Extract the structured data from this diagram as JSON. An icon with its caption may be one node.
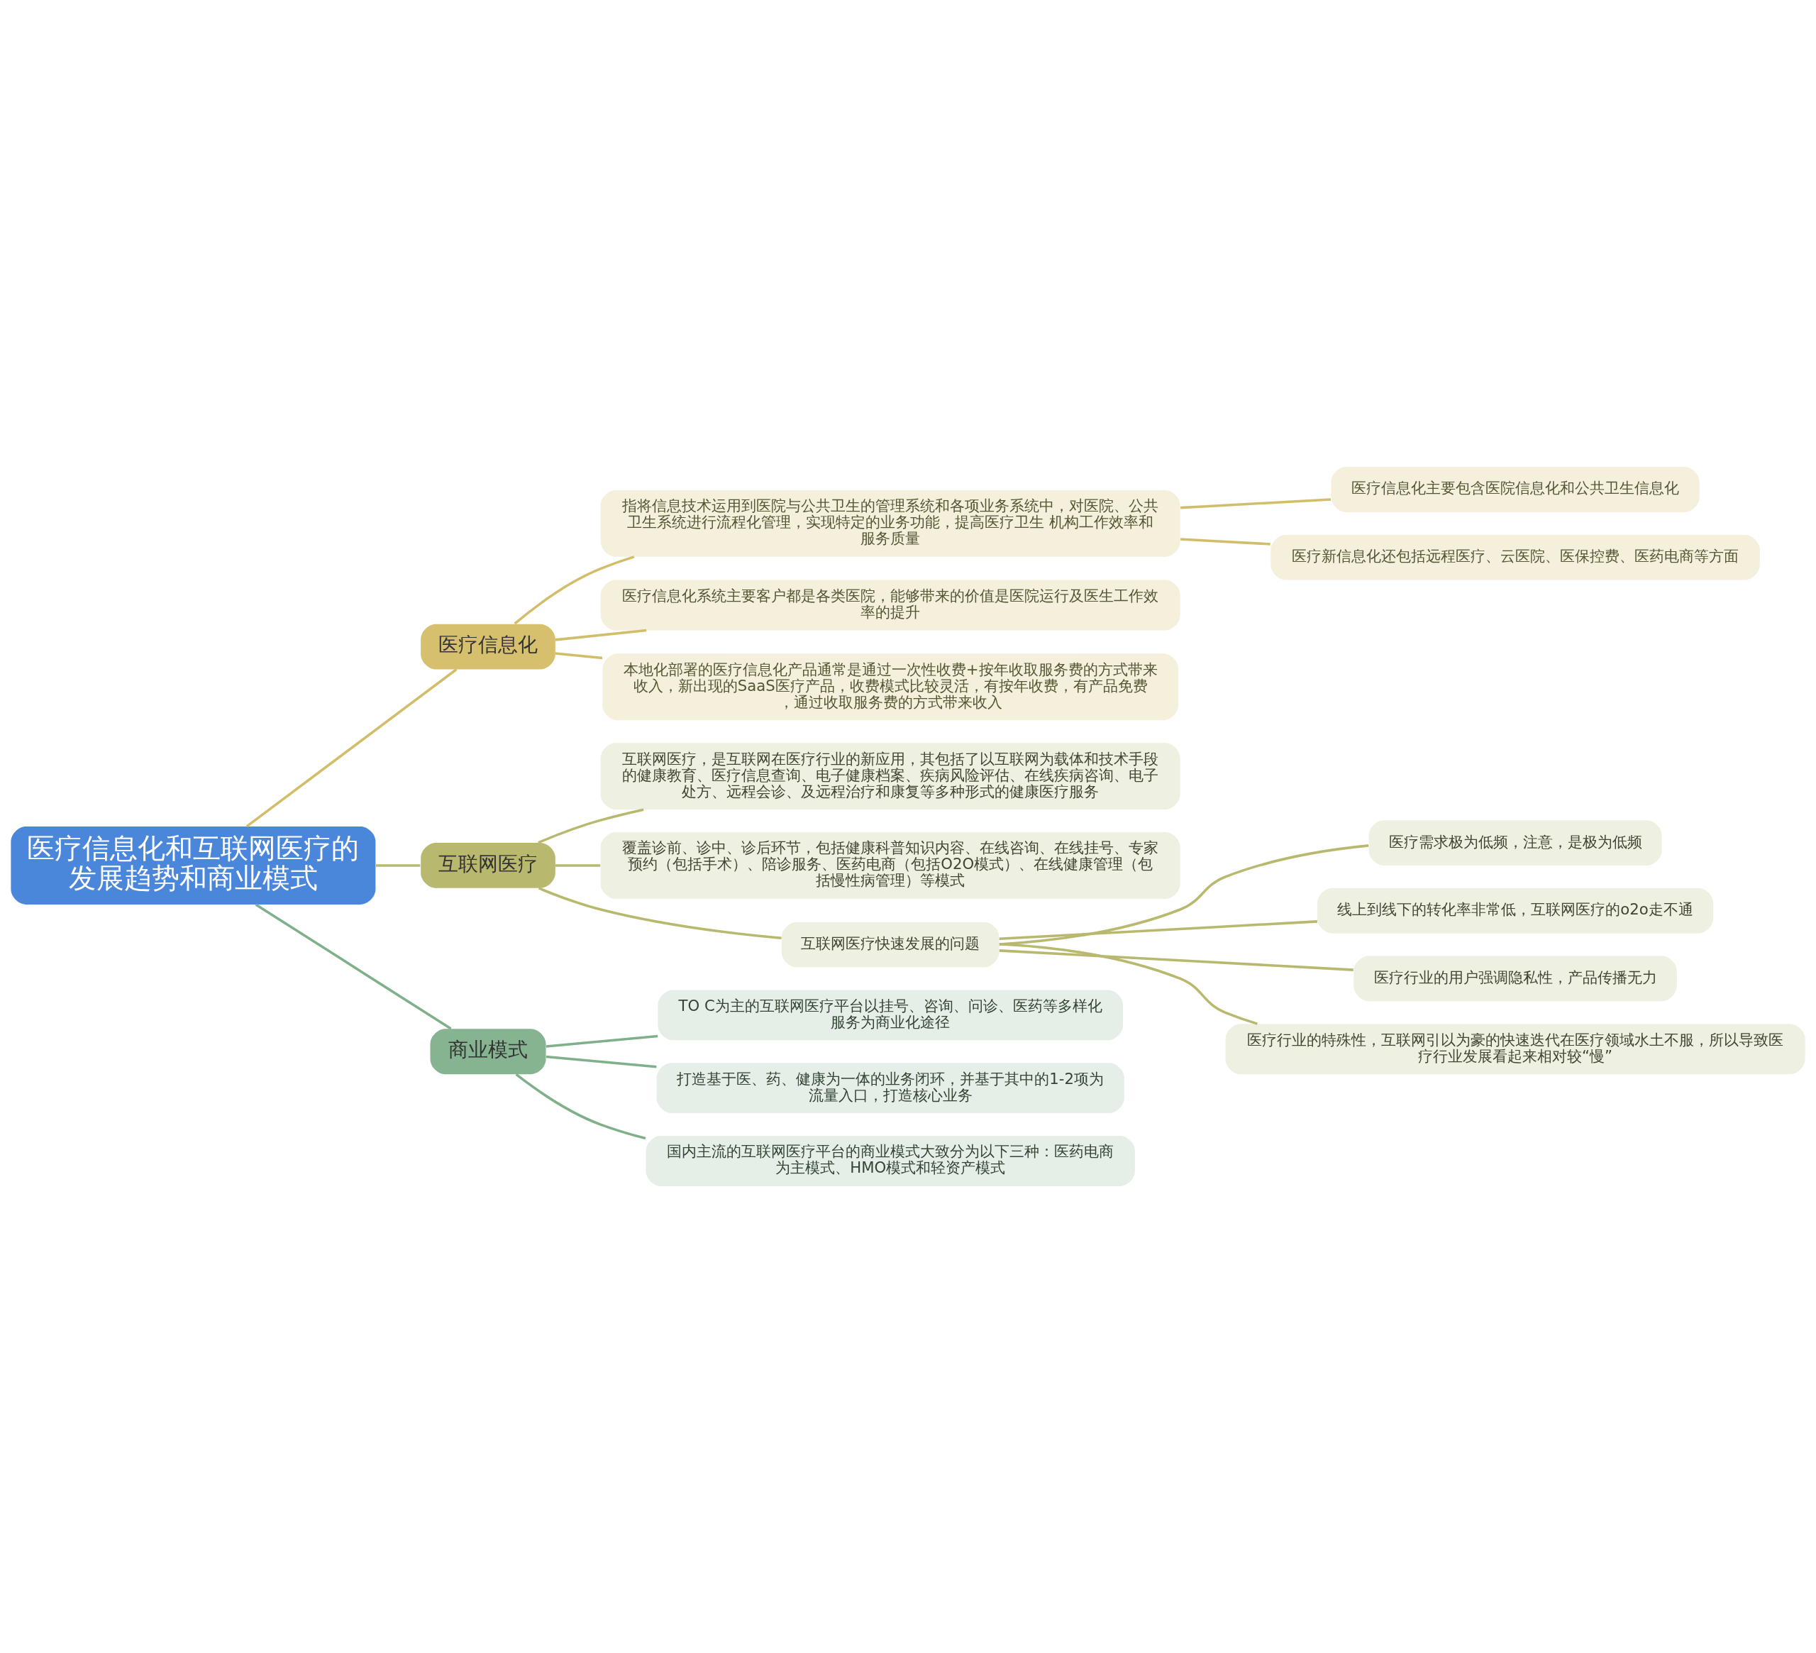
{
  "diagram": {
    "nodes": [
      {
        "text": [
          "医疗信息化和互联网医疗的发展趋势和商业模式"
        ]
      },
      {
        "text": [
          "医疗信息化"
        ]
      },
      {
        "text": [
          "指将信息技术运用到医院与公共卫生的管理系统和各项业务系统中，对医院、公共卫生系统进行流程化管理，实现特定的业务功能，提高医疗卫生 机构工作效率和服务质量"
        ]
      },
      {
        "text": [
          "医疗信息化主要包含医院信息化和公共卫生信息化"
        ]
      },
      {
        "text": [
          "医疗新信息化还包括远程医疗、云医院、医保控费、医药电商等方面"
        ]
      },
      {
        "text": [
          "医疗信息化系统主要客户都是各类医院，能够带来的价值是医院运行及医生工作效率的提升"
        ]
      },
      {
        "text": [
          "本地化部署的医疗信息化产品通常是通过一次性收费+按年收取服务费的方式带来收入，新出现的SaaS医疗产品，收费模式比较灵活，有按年收费，有产品免费，通过收取服务费的方式带来收入"
        ]
      },
      {
        "text": [
          "互联网医疗"
        ]
      },
      {
        "text": [
          "互联网医疗，是互联网在医疗行业的新应用，其包括了以互联网为载体和技术手段的健康教育、医疗信息查询、电子健康档案、疾病风险评估、在线疾病咨询、电子处方、远程会诊、及远程治疗和康复等多种形式的健康医疗服务"
        ]
      },
      {
        "text": [
          "覆盖诊前、诊中、诊后环节，包括健康科普知识内容、在线咨询、在线挂号、专家预约（包括手术）、陪诊服务、医药电商（包括O2O模式）、在线健康管理（包括慢性病管理）等模式"
        ]
      },
      {
        "text": [
          "互联网医疗快速发展的问题"
        ]
      },
      {
        "text": [
          "医疗需求极为低频，注意，是极为低频"
        ]
      },
      {
        "text": [
          "线上到线下的转化率非常低，互联网医疗的o2o走不通"
        ]
      },
      {
        "text": [
          "医疗行业的用户强调隐私性，产品传播无力"
        ]
      },
      {
        "text": [
          "医疗行业的特殊性，互联网引以为豪的快速迭代在医疗领域水土不服，所以导致医疗行业发展看起来相对较“慢”"
        ]
      },
      {
        "text": [
          "商业模式"
        ]
      },
      {
        "text": [
          "TO C为主的互联网医疗平台以挂号、咨询、问诊、医药等多样化服务为商业化途径"
        ]
      },
      {
        "text": [
          "打造基于医、药、健康为一体的业务闭环，并基于其中的1-2项为流量入口，打造核心业务"
        ]
      },
      {
        "text": [
          "国内主流的互联网医疗平台的商业模式大致分为以下三种：医药电商为主模式、HMO模式和轻资产模式"
        ]
      }
    ],
    "edges": [
      {
        "from": 0,
        "to": 1,
        "arrow": "none",
        "color": "#d2bd6a"
      },
      {
        "from": 1,
        "to": 2,
        "arrow": "none",
        "color": "#d2bd6a"
      },
      {
        "from": 2,
        "to": 3,
        "arrow": "none",
        "color": "#d2bd6a"
      },
      {
        "from": 2,
        "to": 4,
        "arrow": "none",
        "color": "#d2bd6a"
      },
      {
        "from": 1,
        "to": 5,
        "arrow": "none",
        "color": "#d2bd6a"
      },
      {
        "from": 1,
        "to": 6,
        "arrow": "none",
        "color": "#d2bd6a"
      },
      {
        "from": 0,
        "to": 7,
        "arrow": "none"
      },
      {
        "from": 7,
        "to": 8,
        "arrow": "none"
      },
      {
        "from": 7,
        "to": 9,
        "arrow": "none"
      },
      {
        "from": 7,
        "to": 10,
        "arrow": "none"
      },
      {
        "from": 10,
        "to": 11,
        "arrow": "none"
      },
      {
        "from": 10,
        "to": 12,
        "arrow": "none"
      },
      {
        "from": 10,
        "to": 13,
        "arrow": "none"
      },
      {
        "from": 10,
        "to": 14,
        "arrow": "none"
      },
      {
        "from": 0,
        "to": 15,
        "arrow": "none",
        "color": "#7fb08a"
      },
      {
        "from": 15,
        "to": 16,
        "arrow": "none",
        "color": "#7fb08a"
      },
      {
        "from": 15,
        "to": 17,
        "arrow": "none",
        "color": "#7fb08a"
      },
      {
        "from": 15,
        "to": 18,
        "arrow": "none",
        "color": "#7fb08a"
      }
    ]
  }
}
